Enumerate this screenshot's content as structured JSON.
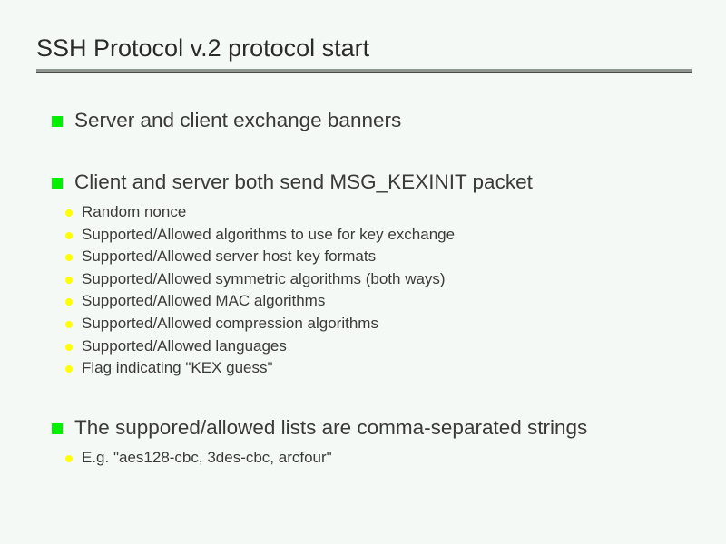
{
  "slide": {
    "title": "SSH Protocol v.2 protocol start",
    "background_color": "#f5f9f5",
    "title_color": "#2b2b2b",
    "rule_color": "#8e9890",
    "bullet_level1_color": "#00f000",
    "bullet_level2_color": "#ffff00",
    "body_text_color": "#3a3a3a",
    "bullets": [
      {
        "level": 1,
        "text": "Server and client exchange banners"
      },
      {
        "level": 1,
        "text": "Client and server both send MSG_KEXINIT packet"
      },
      {
        "level": 2,
        "text": "Random nonce"
      },
      {
        "level": 2,
        "text": "Supported/Allowed algorithms to use for key exchange"
      },
      {
        "level": 2,
        "text": "Supported/Allowed server host key formats"
      },
      {
        "level": 2,
        "text": "Supported/Allowed symmetric algorithms (both ways)"
      },
      {
        "level": 2,
        "text": "Supported/Allowed MAC algorithms"
      },
      {
        "level": 2,
        "text": "Supported/Allowed compression algorithms"
      },
      {
        "level": 2,
        "text": "Supported/Allowed languages"
      },
      {
        "level": 2,
        "text": "Flag indicating \"KEX guess\""
      },
      {
        "level": 1,
        "text": "The suppored/allowed lists are comma-separated strings"
      },
      {
        "level": 2,
        "text": "E.g. \"aes128-cbc, 3des-cbc, arcfour\""
      }
    ]
  }
}
